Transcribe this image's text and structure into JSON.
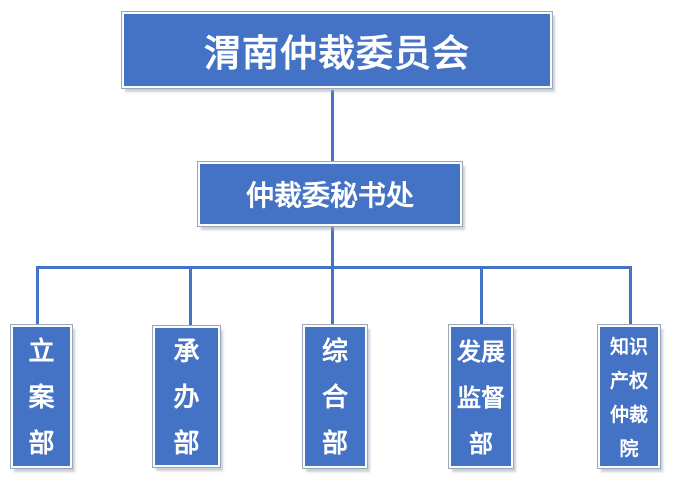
{
  "org_chart": {
    "root": {
      "label": "渭南仲裁委员会"
    },
    "secretariat": {
      "label": "仲裁委秘书处"
    },
    "departments": [
      {
        "name": "立案部",
        "lines": [
          "立",
          "案",
          "部"
        ]
      },
      {
        "name": "承办部",
        "lines": [
          "承",
          "办",
          "部"
        ]
      },
      {
        "name": "综合部",
        "lines": [
          "综",
          "合",
          "部"
        ]
      },
      {
        "name": "发展监督部",
        "lines": [
          "发展",
          "监督",
          "部"
        ]
      },
      {
        "name": "知识产权仲裁院",
        "lines": [
          "知识",
          "产权",
          "仲裁",
          "院"
        ]
      }
    ],
    "colors": {
      "box_fill": "#4472C4",
      "connector": "#4472C4",
      "text": "#FFFFFF",
      "inner_border": "#FBFCFE",
      "outline": "#9DA7BC",
      "shadow": "#9CA5BA",
      "background": "#FFFFFF"
    }
  }
}
